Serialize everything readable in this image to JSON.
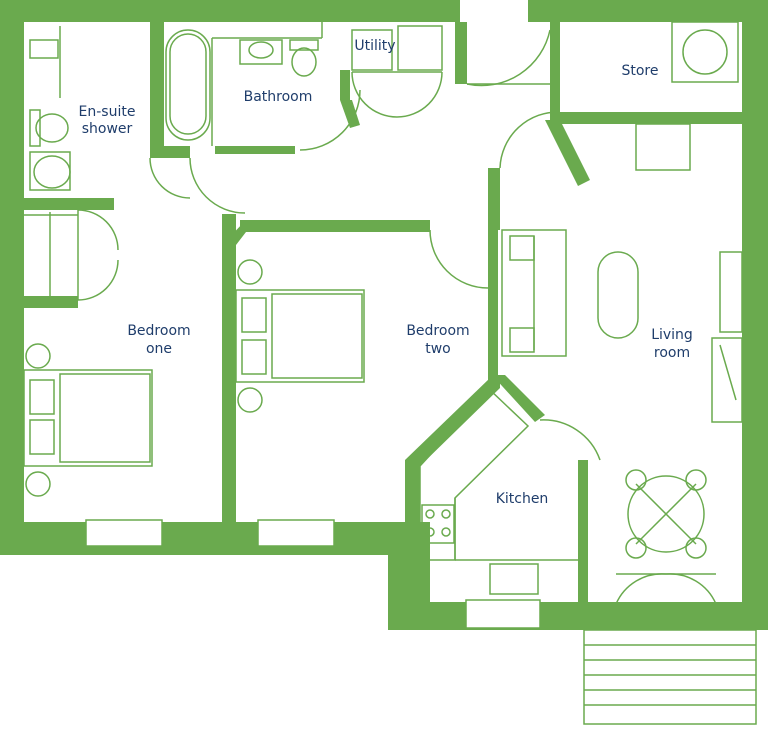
{
  "colors": {
    "wall": "#6aaa4e",
    "line": "#6aaa4e",
    "label": "#1f3d6b",
    "background": "#ffffff"
  },
  "rooms": {
    "ensuite": {
      "line1": "En-suite",
      "line2": "shower"
    },
    "bathroom": {
      "label": "Bathroom"
    },
    "utility": {
      "label": "Utility"
    },
    "store": {
      "label": "Store"
    },
    "bedroom_one": {
      "line1": "Bedroom",
      "line2": "one"
    },
    "bedroom_two": {
      "line1": "Bedroom",
      "line2": "two"
    },
    "living": {
      "line1": "Living",
      "line2": "room"
    },
    "kitchen": {
      "label": "Kitchen"
    }
  },
  "icons": {
    "fixtures": [
      "bath-icon",
      "toilet-icon",
      "basin-icon",
      "shower-icon",
      "double-bed-icon",
      "sofa-icon",
      "dining-table-icon",
      "hob-icon",
      "sink-icon",
      "armchair-icon",
      "lamp-icon"
    ]
  }
}
